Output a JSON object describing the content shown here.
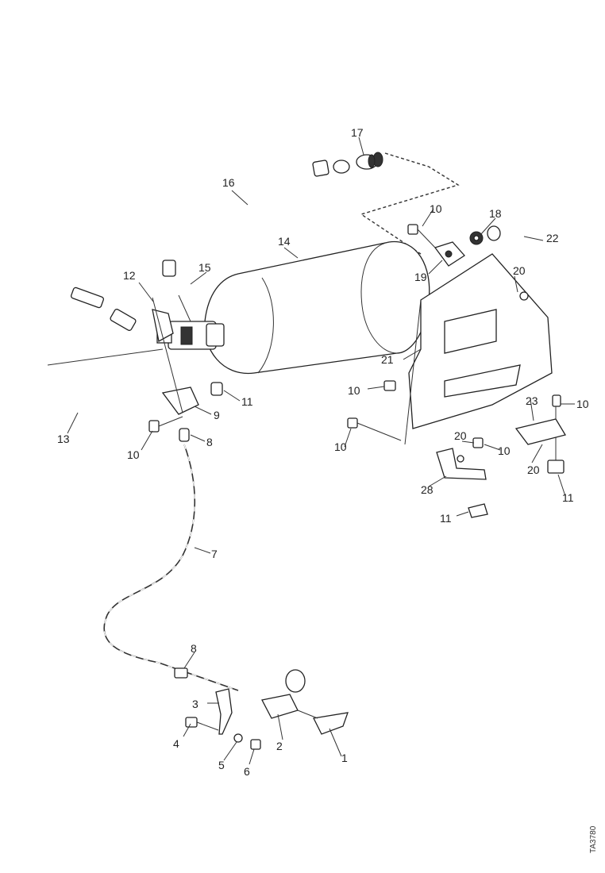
{
  "diagram": {
    "callouts": [
      {
        "id": "c1",
        "text": "1"
      },
      {
        "id": "c2",
        "text": "2"
      },
      {
        "id": "c3",
        "text": "3"
      },
      {
        "id": "c4",
        "text": "4"
      },
      {
        "id": "c5",
        "text": "5"
      },
      {
        "id": "c6",
        "text": "6"
      },
      {
        "id": "c7",
        "text": "7"
      },
      {
        "id": "c8a",
        "text": "8"
      },
      {
        "id": "c8b",
        "text": "8"
      },
      {
        "id": "c9",
        "text": "9"
      },
      {
        "id": "c10a",
        "text": "10"
      },
      {
        "id": "c10b",
        "text": "10"
      },
      {
        "id": "c10c",
        "text": "10"
      },
      {
        "id": "c10d",
        "text": "10"
      },
      {
        "id": "c10e",
        "text": "10"
      },
      {
        "id": "c10f",
        "text": "10"
      },
      {
        "id": "c11a",
        "text": "11"
      },
      {
        "id": "c11b",
        "text": "11"
      },
      {
        "id": "c11c",
        "text": "11"
      },
      {
        "id": "c12",
        "text": "12"
      },
      {
        "id": "c13",
        "text": "13"
      },
      {
        "id": "c14",
        "text": "14"
      },
      {
        "id": "c15",
        "text": "15"
      },
      {
        "id": "c16",
        "text": "16"
      },
      {
        "id": "c17",
        "text": "17"
      },
      {
        "id": "c18",
        "text": "18"
      },
      {
        "id": "c19",
        "text": "19"
      },
      {
        "id": "c20a",
        "text": "20"
      },
      {
        "id": "c20b",
        "text": "20"
      },
      {
        "id": "c20c",
        "text": "20"
      },
      {
        "id": "c21",
        "text": "21"
      },
      {
        "id": "c22",
        "text": "22"
      },
      {
        "id": "c23",
        "text": "23"
      },
      {
        "id": "c28",
        "text": "28"
      }
    ],
    "drawing_code": "TA3780"
  }
}
